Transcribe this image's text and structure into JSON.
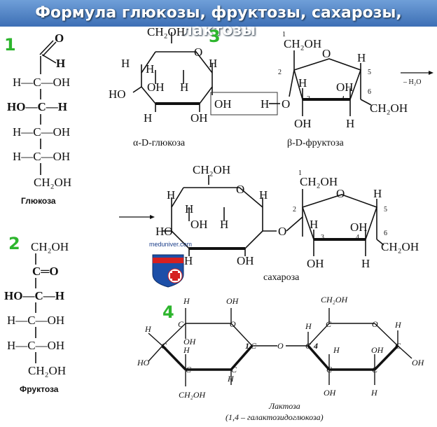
{
  "title": "Формула глюкозы, фруктозы, сахарозы, лактозы",
  "watermark": "meduniver.com",
  "panels": {
    "glucose": {
      "number": "1",
      "caption": "Глюкоза",
      "groups": [
        "O",
        "H",
        "H—C—OH",
        "HO—C—H",
        "H—C—OH",
        "H—C—OH",
        "CH₂OH"
      ]
    },
    "fructose": {
      "number": "2",
      "caption": "Фруктоза",
      "groups": [
        "CH₂OH",
        "C═O",
        "HO—C—H",
        "H—C—OH",
        "H—C—OH",
        "CH₂OH"
      ]
    },
    "sucrose_formation": {
      "number": "3",
      "glucose_label": "α-D-глюкоза",
      "fructose_label": "β-D-фруктоза",
      "water_loss": "– H₂O",
      "product_label": "сахароза"
    },
    "lactose": {
      "number": "4",
      "caption": "Лактоза",
      "subcaption": "(1,4 – галактозидоглюкоза)"
    }
  },
  "atoms": {
    "H": "H",
    "O": "O",
    "OH": "OH",
    "HO": "HO",
    "C": "C",
    "CH2OH": "CH₂OH",
    "one": "1",
    "two": "2",
    "three": "3",
    "four": "4",
    "five": "5",
    "six": "6"
  }
}
